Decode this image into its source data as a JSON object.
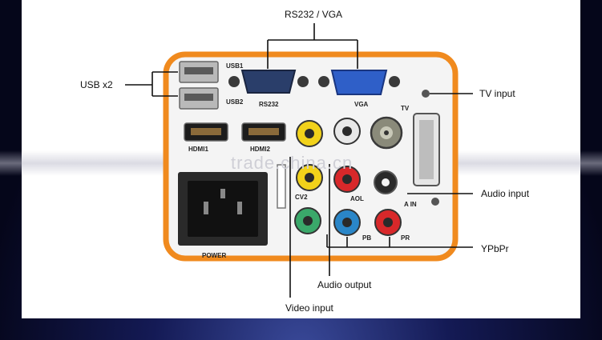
{
  "callouts": {
    "rs232_vga": "RS232 / VGA",
    "usb": "USB x2",
    "tv_input": "TV input",
    "audio_input": "Audio input",
    "ypbpr": "YPbPr",
    "audio_output": "Audio output",
    "video_input": "Video input"
  },
  "panel_labels": {
    "usb1": "USB1",
    "usb2": "USB2",
    "rs232": "RS232",
    "vga": "VGA",
    "tv": "TV",
    "hdmi1": "HDMI1",
    "hdmi2": "HDMI2",
    "cv2": "CV2",
    "aol": "AOL",
    "a_in": "A IN",
    "pb": "PB",
    "pr": "PR",
    "power": "POWER"
  },
  "watermark": "trade.china.cn",
  "colors": {
    "panel_border": "#f08a1e",
    "yellow_jack": "#f2d21a",
    "white_jack": "#e8e8e8",
    "red_jack": "#d8282a",
    "green_jack": "#3aa86a",
    "blue_jack": "#2a86c8"
  }
}
